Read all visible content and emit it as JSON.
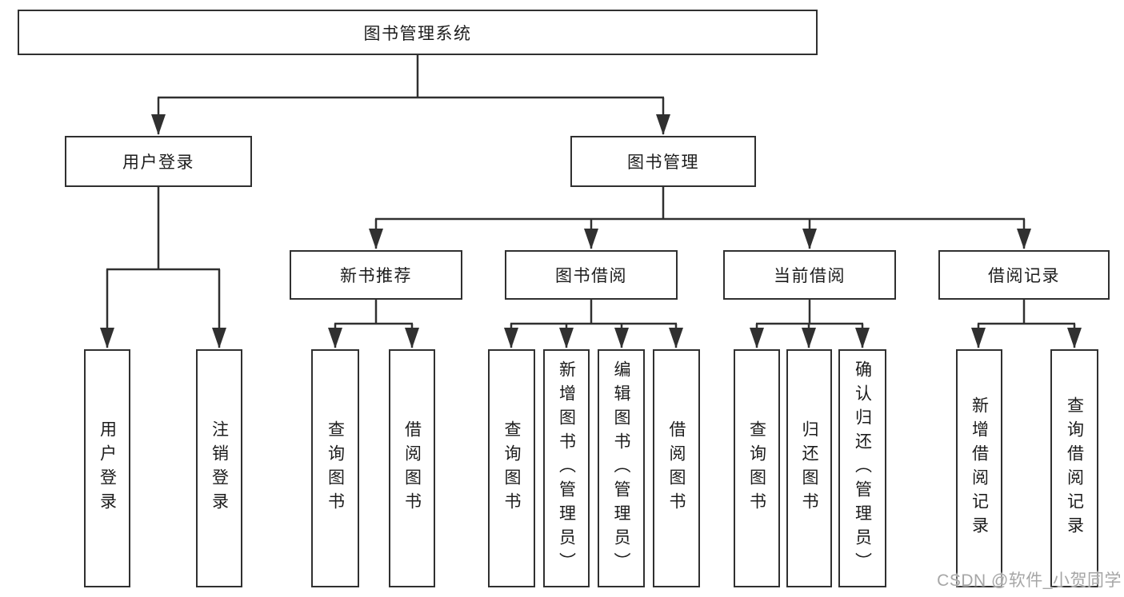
{
  "diagram": {
    "title": "图书管理系统",
    "nodes": {
      "root": {
        "label": "图书管理系统"
      },
      "userLogin": {
        "label": "用户登录"
      },
      "bookMgmt": {
        "label": "图书管理"
      },
      "newBookRec": {
        "label": "新书推荐"
      },
      "bookBorrow": {
        "label": "图书借阅"
      },
      "currentBorrow": {
        "label": "当前借阅"
      },
      "borrowRecord": {
        "label": "借阅记录"
      },
      "leafUserLogin": {
        "label": "用户登录"
      },
      "leafLogout": {
        "label": "注销登录"
      },
      "leafQueryBook1": {
        "label": "查询图书"
      },
      "leafBorrowBook1": {
        "label": "借阅图书"
      },
      "leafQueryBook2": {
        "label": "查询图书"
      },
      "leafAddBook": {
        "label": "新增图书（管理员）"
      },
      "leafEditBook": {
        "label": "编辑图书（管理员）"
      },
      "leafBorrowBook2": {
        "label": "借阅图书"
      },
      "leafQueryBook3": {
        "label": "查询图书"
      },
      "leafReturnBook": {
        "label": "归还图书"
      },
      "leafConfirmReturn": {
        "label": "确认归还（管理员）"
      },
      "leafAddBorrowRecord": {
        "label": "新增借阅记录"
      },
      "leafQueryBorrowRecord": {
        "label": "查询借阅记录"
      }
    },
    "hierarchy": {
      "图书管理系统": [
        "用户登录",
        "图书管理"
      ],
      "用户登录": [
        "用户登录",
        "注销登录"
      ],
      "图书管理": [
        "新书推荐",
        "图书借阅",
        "当前借阅",
        "借阅记录"
      ],
      "新书推荐": [
        "查询图书",
        "借阅图书"
      ],
      "图书借阅": [
        "查询图书",
        "新增图书（管理员）",
        "编辑图书（管理员）",
        "借阅图书"
      ],
      "当前借阅": [
        "查询图书",
        "归还图书",
        "确认归还（管理员）"
      ],
      "借阅记录": [
        "新增借阅记录",
        "查询借阅记录"
      ]
    }
  },
  "watermark": {
    "text": "CSDN @软件_小贺同学"
  },
  "colors": {
    "line": "#303030",
    "box_border": "#303030",
    "text": "#1c1c1c",
    "watermark_text": "#a6a6a6",
    "background": "#ffffff"
  }
}
